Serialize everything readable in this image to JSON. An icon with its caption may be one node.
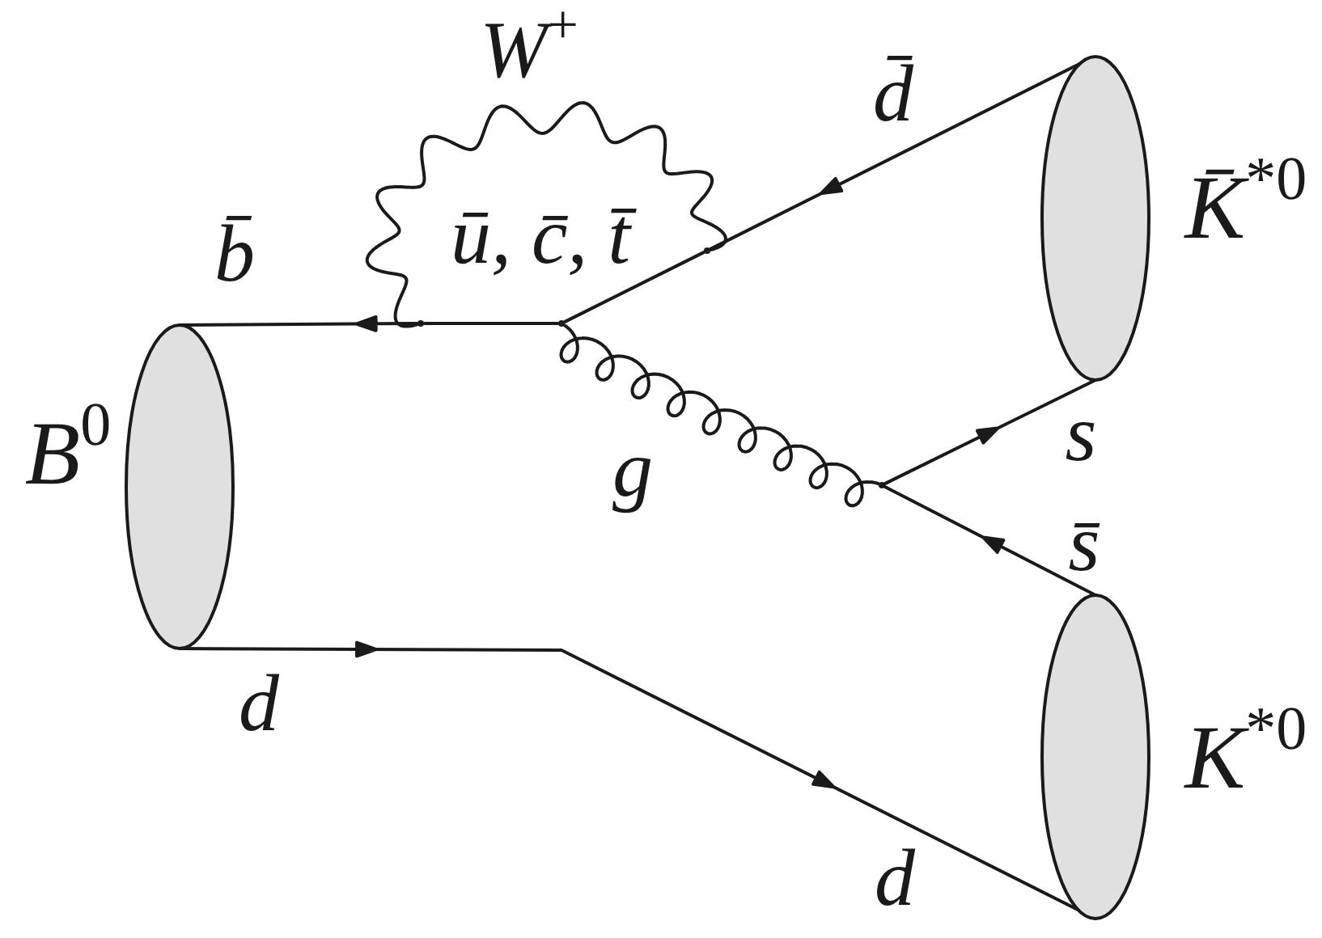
{
  "diagram": {
    "nodes": [
      {
        "text": [
          "B$^{0}$"
        ]
      },
      {
        "text": [],
        "shape": "point"
      },
      {
        "text": [],
        "shape": "point"
      },
      {
        "text": [],
        "shape": "point"
      },
      {
        "text": [
          "K̄$^{*0}$"
        ]
      },
      {
        "text": [],
        "shape": "point"
      },
      {
        "text": [
          "K$^{*0}$"
        ]
      }
    ],
    "edges": [
      {
        "from": 1,
        "to": 0,
        "arrow": "to",
        "label": "b̄"
      },
      {
        "from": 1,
        "to": 2,
        "arrow": "none",
        "label": "ū, c̄, t̄"
      },
      {
        "from": 1,
        "to": 3,
        "arrow": "none",
        "label": "W$^{+}$"
      },
      {
        "from": 2,
        "to": 3,
        "arrow": "none"
      },
      {
        "from": 2,
        "to": 5,
        "arrow": "none",
        "label": "g"
      },
      {
        "from": 4,
        "to": 3,
        "arrow": "to",
        "label": "d̄"
      },
      {
        "from": 5,
        "to": 4,
        "arrow": "to",
        "label": "s"
      },
      {
        "from": 6,
        "to": 5,
        "arrow": "to",
        "label": "s̄"
      },
      {
        "from": 0,
        "to": 6,
        "arrow": "to",
        "label": "d"
      }
    ],
    "labels": [
      "d"
    ]
  }
}
